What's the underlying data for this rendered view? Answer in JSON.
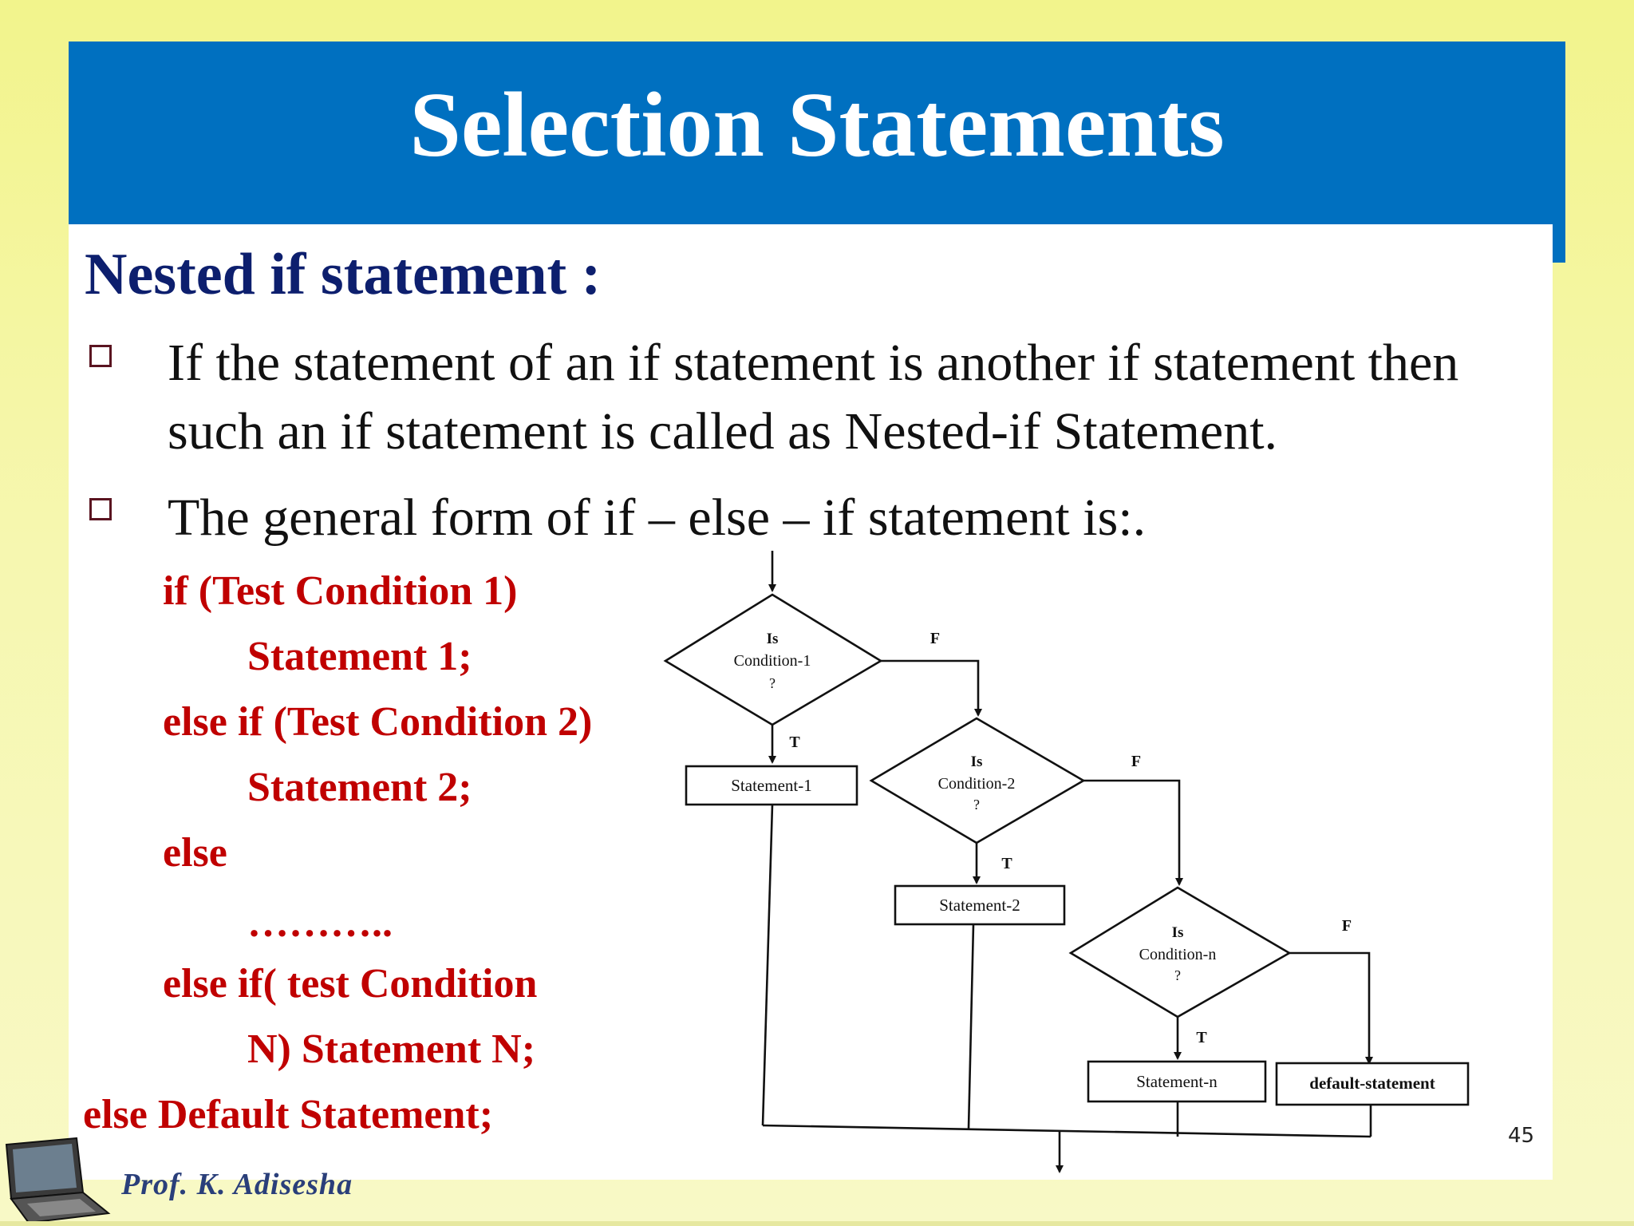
{
  "slide": {
    "title": "Selection Statements",
    "heading": "Nested if statement :",
    "bullets": [
      "If the statement of an if statement is another if statement then such an if statement is called as Nested-if Statement.",
      "The general form of if – else – if statement is:."
    ],
    "code": [
      "if (Test Condition 1)",
      "Statement 1;",
      "else if (Test Condition 2)",
      "Statement 2;",
      "else",
      "………..",
      "else if( test Condition",
      "N) Statement N;",
      "else Default Statement;"
    ],
    "page_number": "45",
    "author": "Prof. K. Adisesha"
  },
  "flowchart": {
    "decisions": [
      {
        "line1": "Is",
        "line2": "Condition-1",
        "line3": "?"
      },
      {
        "line1": "Is",
        "line2": "Condition-2",
        "line3": "?"
      },
      {
        "line1": "Is",
        "line2": "Condition-n",
        "line3": "?"
      }
    ],
    "statements": [
      "Statement-1",
      "Statement-2",
      "Statement-n",
      "default-statement"
    ],
    "true_label": "T",
    "false_label": "F"
  },
  "colors": {
    "title_band": "#0070c0",
    "heading": "#0d1f6e",
    "code": "#c00000",
    "background": "#f2f48c"
  }
}
